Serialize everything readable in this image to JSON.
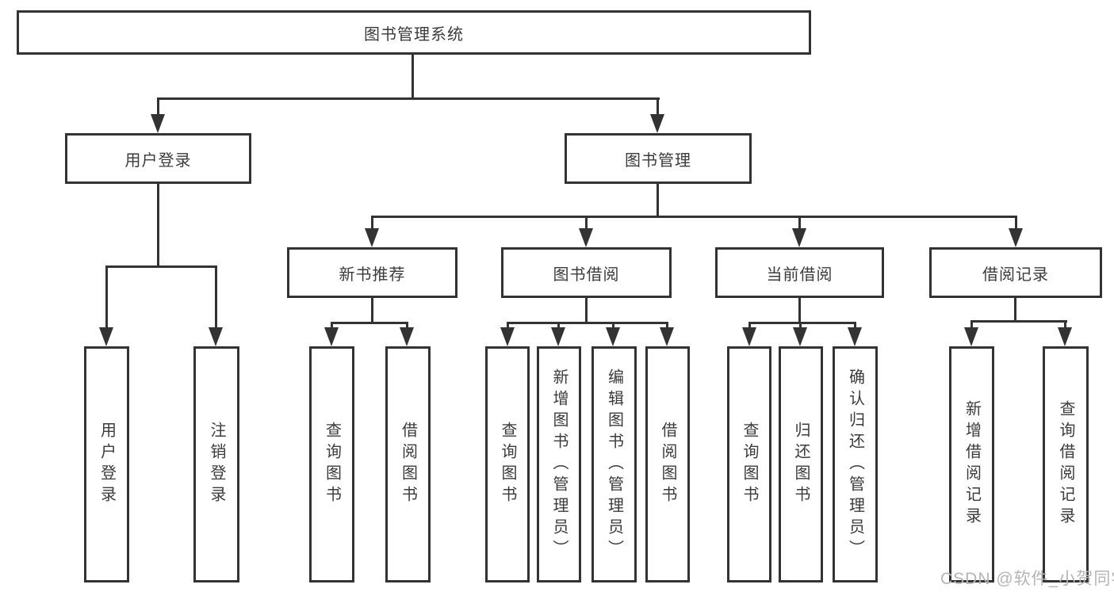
{
  "tree": {
    "label": "图书管理系统",
    "children": [
      {
        "label": "用户登录",
        "children": [
          {
            "label": "用户登录"
          },
          {
            "label": "注销登录"
          }
        ]
      },
      {
        "label": "图书管理",
        "children": [
          {
            "label": "新书推荐",
            "children": [
              {
                "label": "查询图书"
              },
              {
                "label": "借阅图书"
              }
            ]
          },
          {
            "label": "图书借阅",
            "children": [
              {
                "label": "查询图书"
              },
              {
                "label": "新增图书（管理员）"
              },
              {
                "label": "编辑图书（管理员）"
              },
              {
                "label": "借阅图书"
              }
            ]
          },
          {
            "label": "当前借阅",
            "children": [
              {
                "label": "查询图书"
              },
              {
                "label": "归还图书"
              },
              {
                "label": "确认归还（管理员）"
              }
            ]
          },
          {
            "label": "借阅记录",
            "children": [
              {
                "label": "新增借阅记录"
              },
              {
                "label": "查询借阅记录"
              }
            ]
          }
        ]
      }
    ]
  },
  "watermark": {
    "text": "CSDN @软件_小贺同学"
  },
  "colors": {
    "line": "#333333",
    "box_border": "#333333",
    "text": "#3b3b3b",
    "background": "#ffffff",
    "watermark": "#b5b5b5"
  }
}
